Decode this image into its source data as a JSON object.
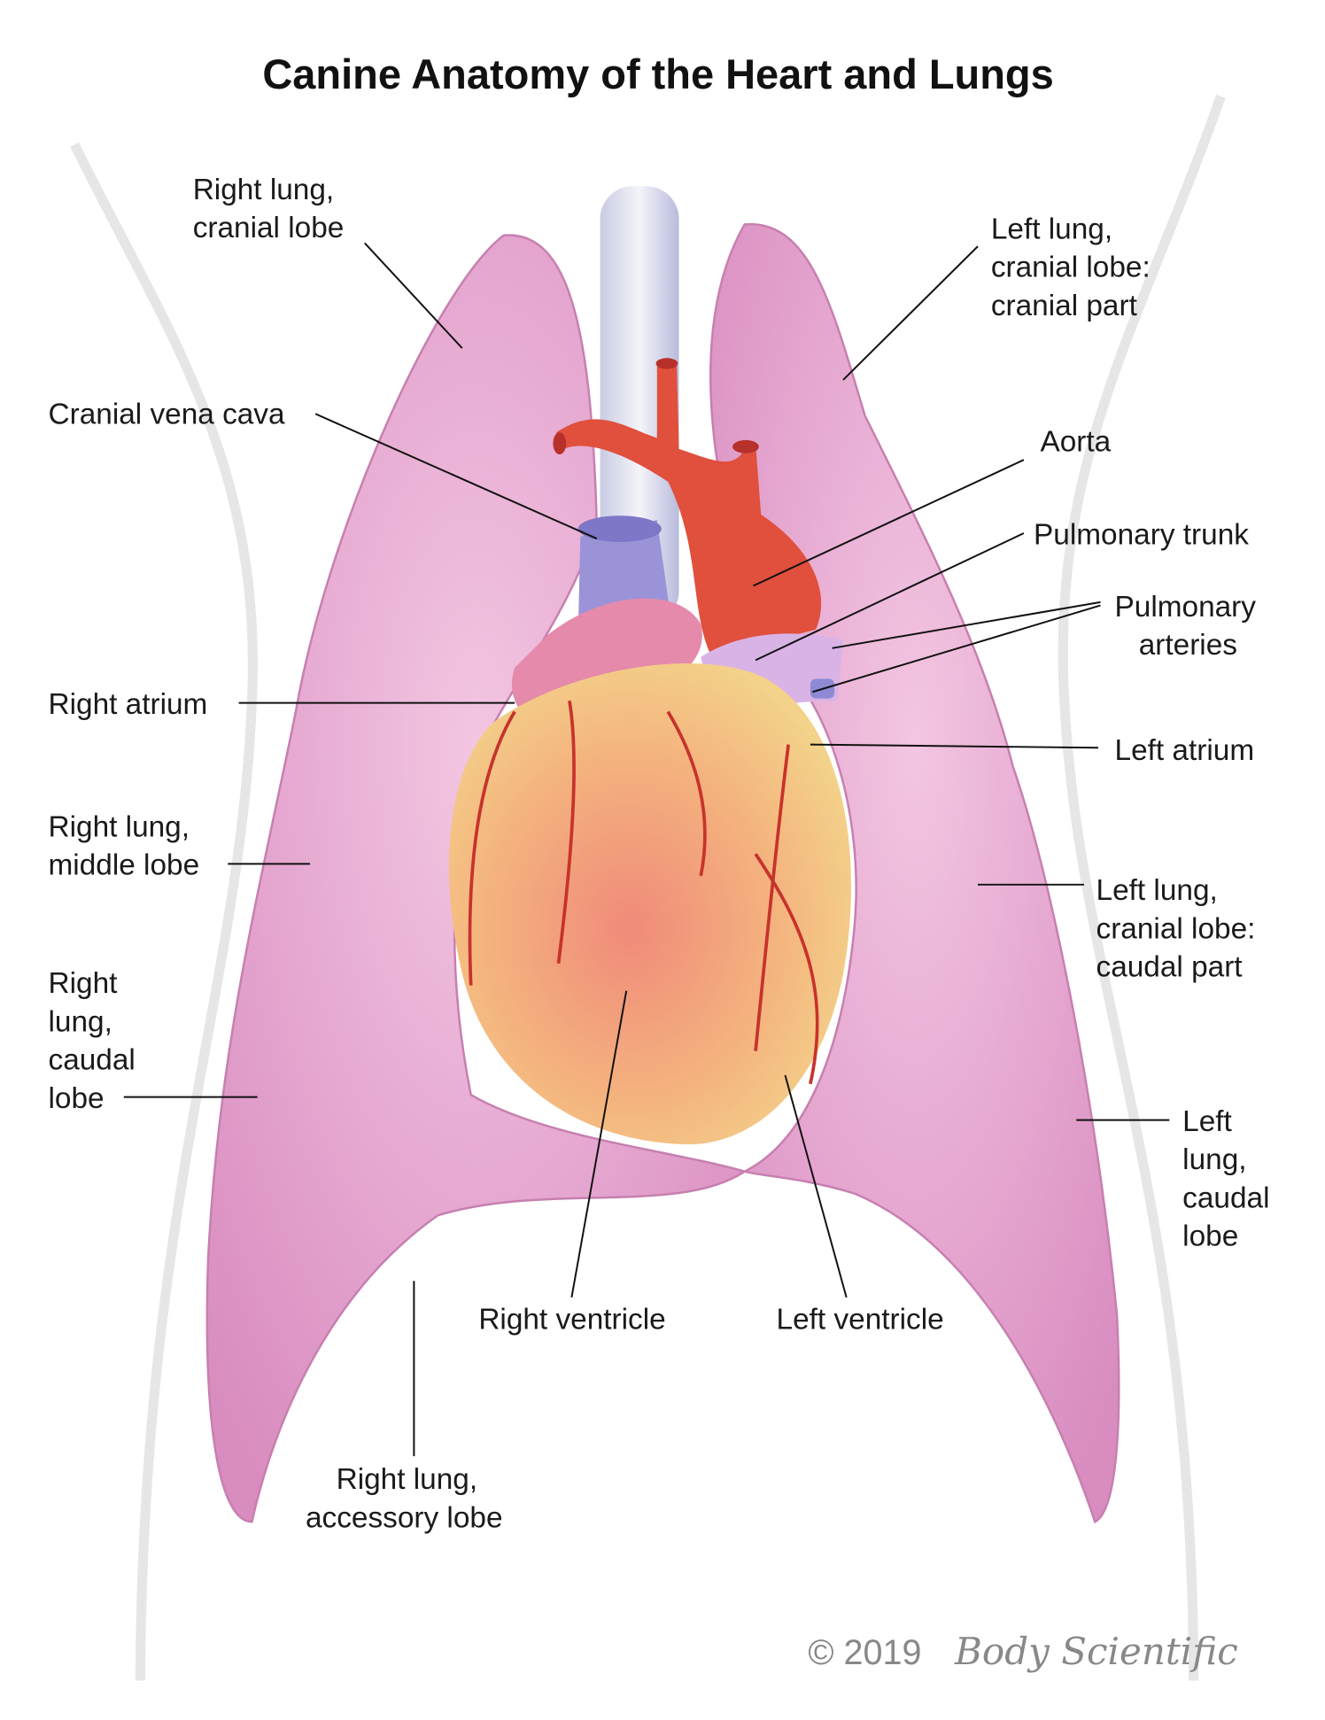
{
  "title": "Canine Anatomy of the Heart and Lungs",
  "labels": {
    "right_lung_cranial": [
      "Right lung,",
      "cranial lobe"
    ],
    "left_lung_cranial_cranial": [
      "Left lung,",
      "cranial lobe:",
      "cranial part"
    ],
    "cranial_vena_cava": "Cranial vena cava",
    "aorta": "Aorta",
    "pulmonary_trunk": "Pulmonary trunk",
    "pulmonary_arteries": [
      "Pulmonary",
      "arteries"
    ],
    "right_atrium": "Right atrium",
    "left_atrium": "Left atrium",
    "right_lung_middle": [
      "Right lung,",
      "middle lobe"
    ],
    "left_lung_cranial_caudal": [
      "Left lung,",
      "cranial lobe:",
      "caudal part"
    ],
    "right_lung_caudal": [
      "Right",
      "lung,",
      "caudal",
      "lobe"
    ],
    "left_lung_caudal": [
      "Left",
      "lung,",
      "caudal",
      "lobe"
    ],
    "right_ventricle": "Right ventricle",
    "left_ventricle": "Left ventricle",
    "right_lung_accessory": [
      "Right lung,",
      "accessory lobe"
    ]
  },
  "copyright": "© 2019",
  "brand": "Body Scientific",
  "colors": {
    "lung": "#e7a6d0",
    "heart": "#f2a97a",
    "aorta": "#e0503c",
    "vena_cava": "#9a93d8",
    "trachea": "#dfe0ee",
    "body_outline": "#e6e6e6"
  }
}
